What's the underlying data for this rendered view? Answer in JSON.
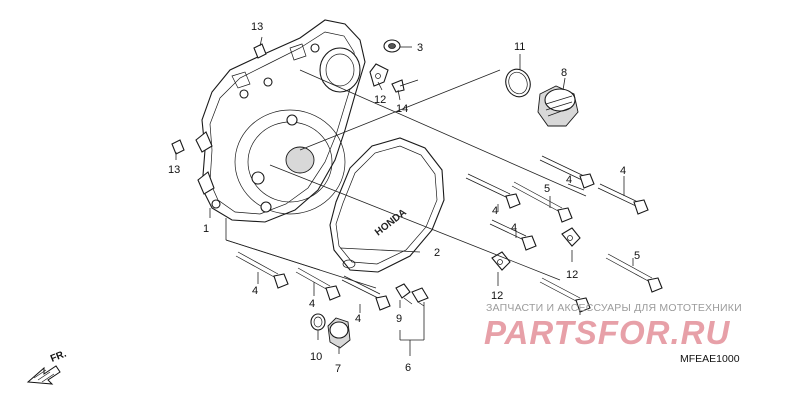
{
  "diagram": {
    "code": "MFEAE1000",
    "direction_label": "FR.",
    "watermark": {
      "caption": "ЗАПЧАСТИ И АКСЕССУАРЫ ДЛЯ МОТОТЕХНИКИ",
      "logo": "PARTSFOR.RU"
    },
    "brand_on_cover": "HONDA",
    "callouts": [
      {
        "id": "c13a",
        "label": "13"
      },
      {
        "id": "c3",
        "label": "3"
      },
      {
        "id": "c11",
        "label": "11"
      },
      {
        "id": "c8",
        "label": "8"
      },
      {
        "id": "c12a",
        "label": "12"
      },
      {
        "id": "c14",
        "label": "14"
      },
      {
        "id": "c13b",
        "label": "13"
      },
      {
        "id": "c1",
        "label": "1"
      },
      {
        "id": "c4a",
        "label": "4"
      },
      {
        "id": "c5a",
        "label": "5"
      },
      {
        "id": "c4b",
        "label": "4"
      },
      {
        "id": "c4c",
        "label": "4"
      },
      {
        "id": "c4d",
        "label": "4"
      },
      {
        "id": "c2",
        "label": "2"
      },
      {
        "id": "c5b",
        "label": "5"
      },
      {
        "id": "c12b",
        "label": "12"
      },
      {
        "id": "c12c",
        "label": "12"
      },
      {
        "id": "c4e",
        "label": "4"
      },
      {
        "id": "c4f",
        "label": "4"
      },
      {
        "id": "c4g",
        "label": "4"
      },
      {
        "id": "c9",
        "label": "9"
      },
      {
        "id": "c10",
        "label": "10"
      },
      {
        "id": "c7",
        "label": "7"
      },
      {
        "id": "c6",
        "label": "6"
      }
    ]
  }
}
